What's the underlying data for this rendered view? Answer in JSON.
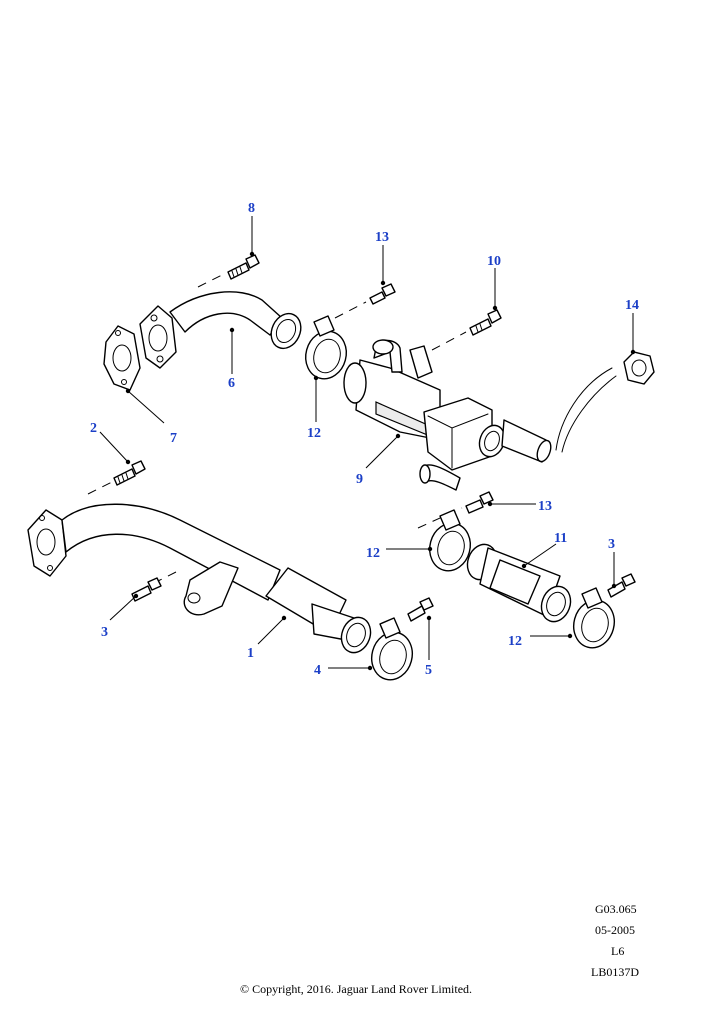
{
  "callouts": [
    {
      "id": "c8",
      "label": "8"
    },
    {
      "id": "c13a",
      "label": "13"
    },
    {
      "id": "c10",
      "label": "10"
    },
    {
      "id": "c14",
      "label": "14"
    },
    {
      "id": "c6",
      "label": "6"
    },
    {
      "id": "c7",
      "label": "7"
    },
    {
      "id": "c12a",
      "label": "12"
    },
    {
      "id": "c9",
      "label": "9"
    },
    {
      "id": "c2",
      "label": "2"
    },
    {
      "id": "c13b",
      "label": "13"
    },
    {
      "id": "c11",
      "label": "11"
    },
    {
      "id": "c3a",
      "label": "3"
    },
    {
      "id": "c12b",
      "label": "12"
    },
    {
      "id": "c3b",
      "label": "3"
    },
    {
      "id": "c1",
      "label": "1"
    },
    {
      "id": "c4",
      "label": "4"
    },
    {
      "id": "c5",
      "label": "5"
    },
    {
      "id": "c12c",
      "label": "12"
    }
  ],
  "reference": {
    "line1": "G03.065",
    "line2": "05-2005",
    "line3": "L6",
    "line4": "LB0137D"
  },
  "copyright": "© Copyright, 2016. Jaguar Land Rover Limited.",
  "colors": {
    "callout": "#1b3fc7",
    "line": "#000000",
    "background": "#ffffff"
  }
}
